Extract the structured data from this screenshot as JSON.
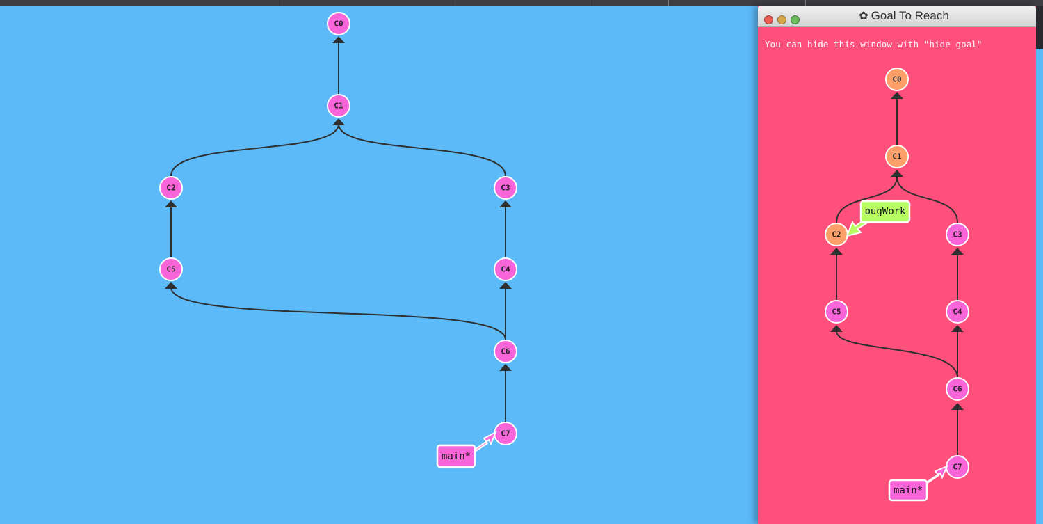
{
  "main_graph": {
    "commits": [
      {
        "id": "C0",
        "label": "C0"
      },
      {
        "id": "C1",
        "label": "C1"
      },
      {
        "id": "C2",
        "label": "C2"
      },
      {
        "id": "C3",
        "label": "C3"
      },
      {
        "id": "C5",
        "label": "C5"
      },
      {
        "id": "C4",
        "label": "C4"
      },
      {
        "id": "C6",
        "label": "C6"
      },
      {
        "id": "C7",
        "label": "C7"
      }
    ],
    "branch": {
      "label": "main*"
    }
  },
  "goal_window": {
    "title": "Goal To Reach",
    "hint": "You can hide this window with \"hide goal\"",
    "commits": [
      {
        "id": "C0",
        "label": "C0",
        "color": "#fd9f69"
      },
      {
        "id": "C1",
        "label": "C1",
        "color": "#fd9f69"
      },
      {
        "id": "C2",
        "label": "C2",
        "color": "#fd9f69"
      },
      {
        "id": "C3",
        "label": "C3",
        "color": "#f765d9"
      },
      {
        "id": "C5",
        "label": "C5",
        "color": "#f765d9"
      },
      {
        "id": "C4",
        "label": "C4",
        "color": "#f765d9"
      },
      {
        "id": "C6",
        "label": "C6",
        "color": "#f765d9"
      },
      {
        "id": "C7",
        "label": "C7",
        "color": "#f765d9"
      }
    ],
    "branches": [
      {
        "label": "bugWork",
        "color": "#b6fd62"
      },
      {
        "label": "main*",
        "color": "#f765d9"
      }
    ]
  },
  "colors": {
    "background": "#5cbaf9",
    "goal_background": "#ff4f7b",
    "commit_pink": "#f765d9",
    "commit_orange": "#fd9f69",
    "branch_green": "#b6fd62"
  }
}
